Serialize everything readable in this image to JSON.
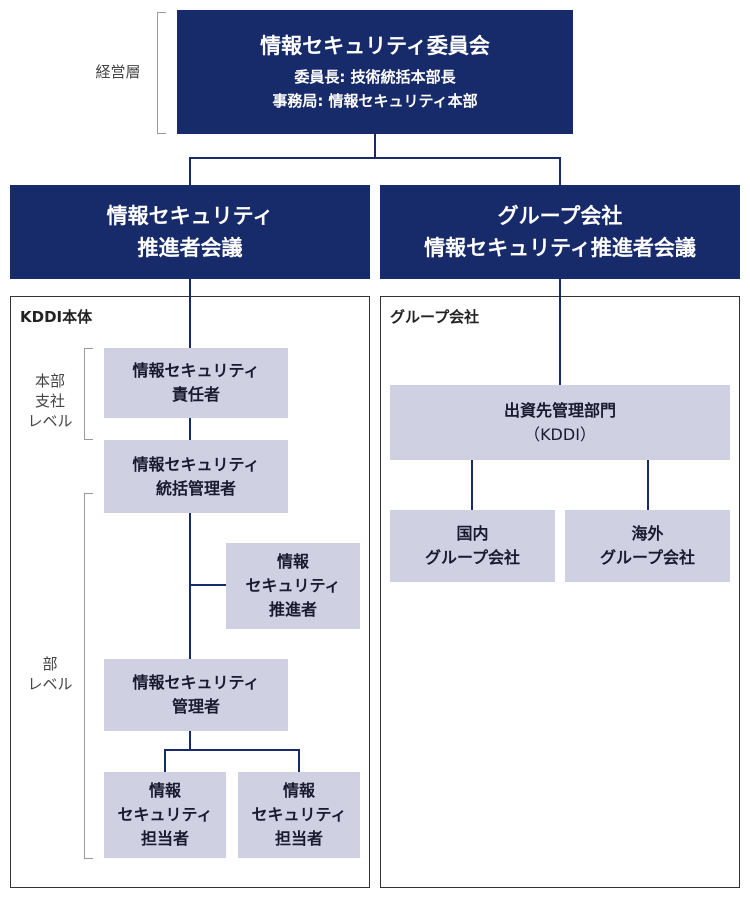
{
  "top": {
    "title": "情報セキュリティ委員会",
    "line1": "委員長: 技術統括本部長",
    "line2": "事務局: 情報セキュリティ本部"
  },
  "levels": {
    "management": "経営層",
    "hq_level": [
      "本部",
      "支社",
      "レベル"
    ],
    "dept_level": [
      "部",
      "レベル"
    ]
  },
  "councils": {
    "kddi": [
      "情報セキュリティ",
      "推進者会議"
    ],
    "group": [
      "グループ会社",
      "情報セキュリティ推進者会議"
    ]
  },
  "panels": {
    "kddi_label": "KDDI本体",
    "group_label": "グループ会社"
  },
  "kddi_boxes": {
    "responsible": [
      "情報セキュリティ",
      "責任者"
    ],
    "supervisor": [
      "情報セキュリティ",
      "統括管理者"
    ],
    "promoter": [
      "情報",
      "セキュリティ",
      "推進者"
    ],
    "manager": [
      "情報セキュリティ",
      "管理者"
    ],
    "staff_a": [
      "情報",
      "セキュリティ",
      "担当者"
    ],
    "staff_b": [
      "情報",
      "セキュリティ",
      "担当者"
    ]
  },
  "group_boxes": {
    "investing_dept": [
      "出資先管理部門",
      "（KDDI）"
    ],
    "domestic": [
      "国内",
      "グループ会社"
    ],
    "overseas": [
      "海外",
      "グループ会社"
    ]
  },
  "colors": {
    "navy": "#172a6a",
    "lavender": "#cfd0e2"
  }
}
